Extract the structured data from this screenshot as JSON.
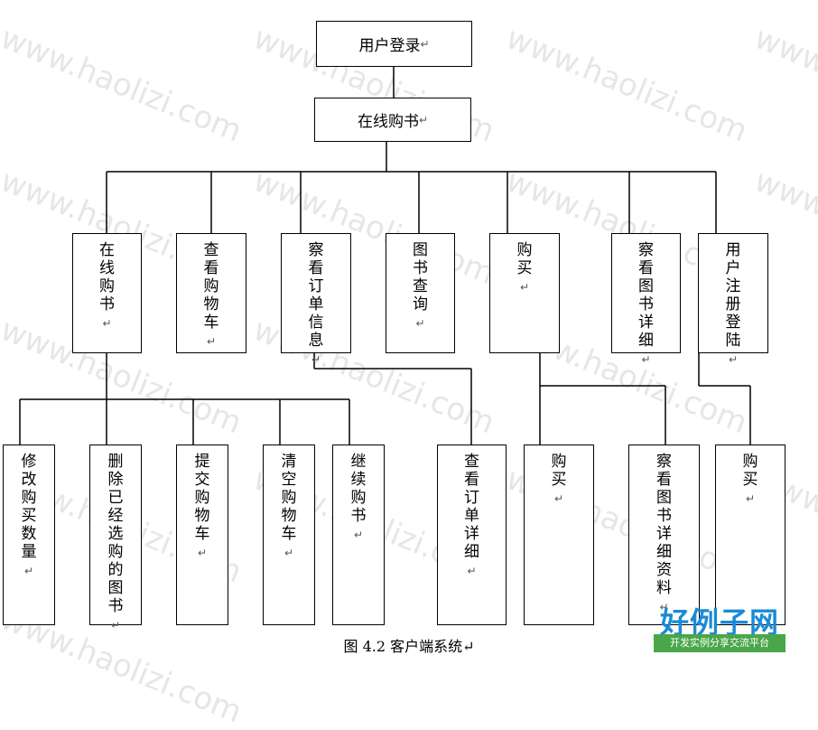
{
  "watermark": "www.haolizi.com",
  "return_mark": "↵",
  "root": {
    "label": "用户登录"
  },
  "main": {
    "label": "在线购书"
  },
  "level2": [
    {
      "label": "在线购书",
      "mark": "↵"
    },
    {
      "label": "查看购物车",
      "mark": "↵"
    },
    {
      "label": "察看订单信息",
      "mark": "↵"
    },
    {
      "label": "图书查询",
      "mark": "↵"
    },
    {
      "label": "购买",
      "mark": "↵"
    },
    {
      "label": "察看图书详细",
      "mark": "↵"
    },
    {
      "label": "用户注册登陆",
      "mark": "↵"
    }
  ],
  "level3": [
    {
      "label": "修改购买数量",
      "mark": "↵"
    },
    {
      "label": "删除已经选购的图书",
      "mark": "↵"
    },
    {
      "label": "提交购物车",
      "mark": "↵"
    },
    {
      "label": "清空购物车",
      "mark": "↵"
    },
    {
      "label": "继续购书",
      "mark": "↵"
    },
    {
      "label": "查看订单详细",
      "mark": "↵"
    },
    {
      "label": "购买",
      "mark": "↵"
    },
    {
      "label": "察看图书详细资料",
      "mark": "↵"
    },
    {
      "label": "购买",
      "mark": "↵"
    }
  ],
  "caption": "图  4.2  客户端系统↵",
  "logo": {
    "title": "好例子网",
    "subtitle": "开发实例分享交流平台"
  }
}
